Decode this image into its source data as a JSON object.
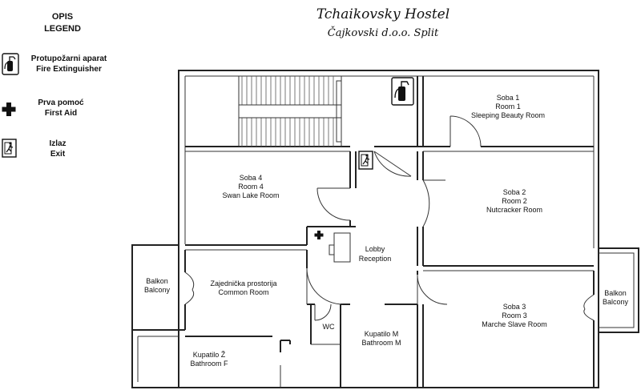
{
  "header": {
    "title": "Tchaikovsky Hostel",
    "subtitle": "Čajkovski d.o.o. Split"
  },
  "legend": {
    "title_local": "OPIS",
    "title_en": "LEGEND",
    "items": [
      {
        "icon": "fire-extinguisher-icon",
        "label_local": "Protupožarni aparat",
        "label_en": "Fire Extinguisher"
      },
      {
        "icon": "first-aid-icon",
        "label_local": "Prva pomoć",
        "label_en": "First Aid"
      },
      {
        "icon": "exit-icon",
        "label_local": "Izlaz",
        "label_en": "Exit"
      }
    ]
  },
  "rooms": {
    "room1": {
      "line1": "Soba 1",
      "line2": "Room 1",
      "line3": "Sleeping Beauty Room"
    },
    "room2": {
      "line1": "Soba 2",
      "line2": "Room 2",
      "line3": "Nutcracker Room"
    },
    "room3": {
      "line1": "Soba 3",
      "line2": "Room 3",
      "line3": "Marche Slave Room"
    },
    "room4": {
      "line1": "Soba 4",
      "line2": "Room 4",
      "line3": "Swan Lake Room"
    },
    "lobby": {
      "line1": "Lobby",
      "line2": "Reception"
    },
    "common": {
      "line1": "Zajednička prostorija",
      "line2": "Common Room"
    },
    "balcony_left": {
      "line1": "Balkon",
      "line2": "Balcony"
    },
    "balcony_right": {
      "line1": "Balkon",
      "line2": "Balcony"
    },
    "wc": {
      "line1": "WC"
    },
    "bath_m": {
      "line1": "Kupatilo M",
      "line2": "Bathroom M"
    },
    "bath_f": {
      "line1": "Kupatilo Ž",
      "line2": "Bathroom F"
    }
  }
}
